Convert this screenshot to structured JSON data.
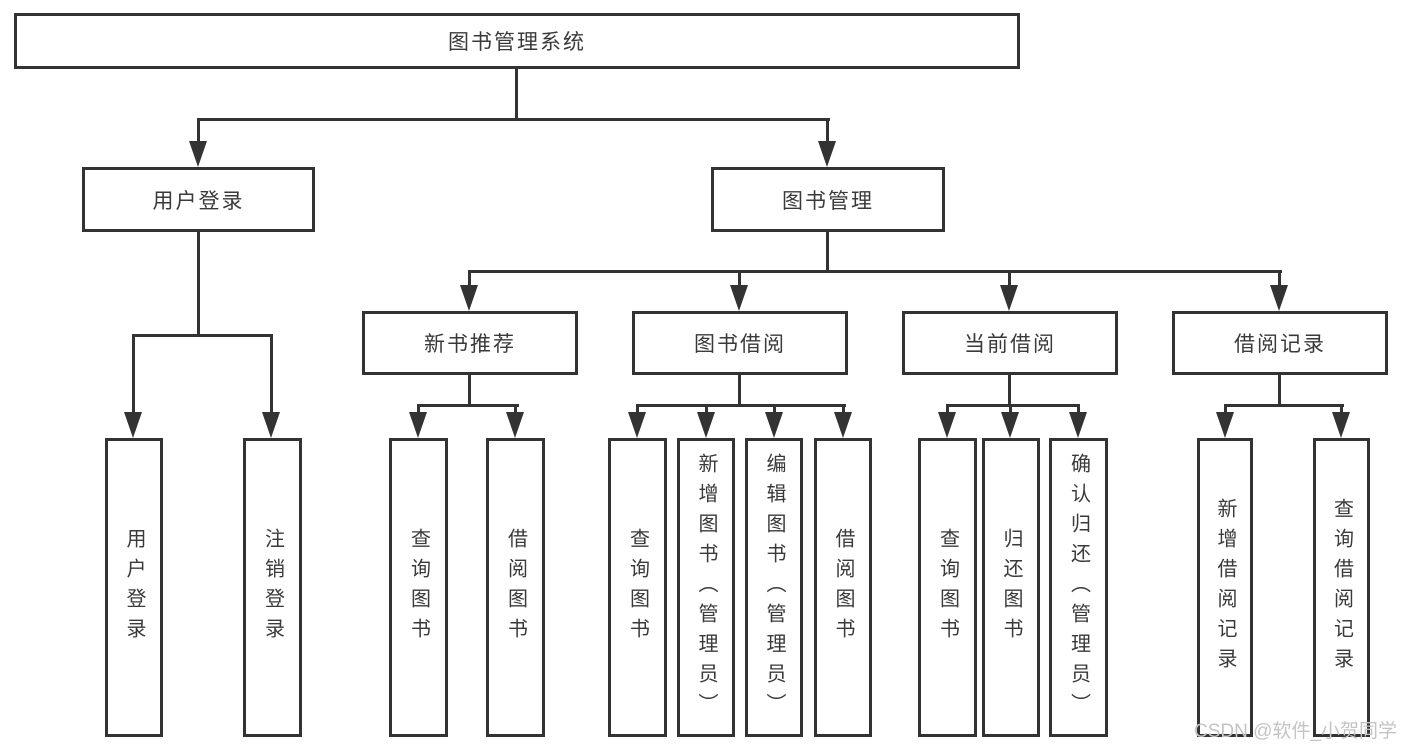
{
  "tree": {
    "root": "图书管理系统",
    "level2": [
      {
        "label": "用户登录",
        "children": [
          "用户登录",
          "注销登录"
        ]
      },
      {
        "label": "图书管理"
      }
    ],
    "level3": [
      {
        "label": "新书推荐",
        "children": [
          "查询图书",
          "借阅图书"
        ]
      },
      {
        "label": "图书借阅",
        "children": [
          "查询图书",
          "新增图书（管理员）",
          "编辑图书（管理员）",
          "借阅图书"
        ]
      },
      {
        "label": "当前借阅",
        "children": [
          "查询图书",
          "归还图书",
          "确认归还（管理员）"
        ]
      },
      {
        "label": "借阅记录",
        "children": [
          "新增借阅记录",
          "查询借阅记录"
        ]
      }
    ]
  },
  "watermark": {
    "text": "CSDN @软件_小贺同学"
  },
  "colors": {
    "line": "#333333",
    "text": "#3a3a3a",
    "background": "#ffffff",
    "watermark": "#c4c4c4"
  }
}
